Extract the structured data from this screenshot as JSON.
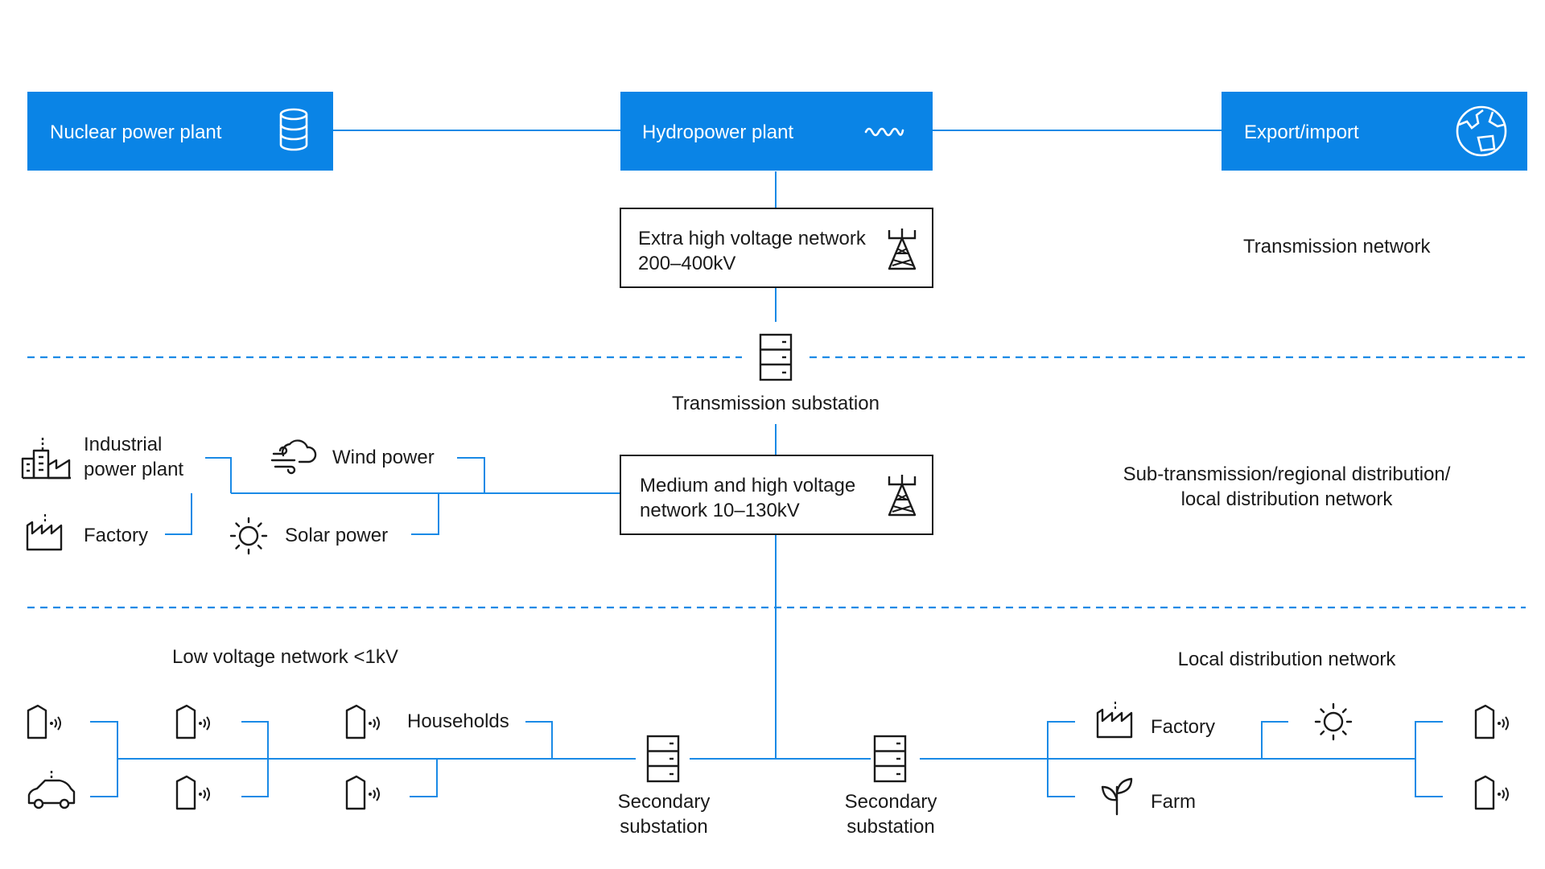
{
  "colors": {
    "accent": "#0a84e6",
    "line": "#1a8ae6",
    "ink": "#1a1a1a",
    "white": "#ffffff"
  },
  "top_row": {
    "nuclear": {
      "label": "Nuclear power plant",
      "icon": "database-icon"
    },
    "hydro": {
      "label": "Hydropower plant",
      "icon": "wave-icon"
    },
    "export": {
      "label": "Export/import",
      "icon": "globe-icon"
    }
  },
  "extra_high": {
    "line1": "Extra high voltage network",
    "line2": "200–400kV",
    "icon": "pylon-icon"
  },
  "zones": {
    "transmission": "Transmission network",
    "regional_line1": "Sub-transmission/regional distribution/",
    "regional_line2": "local distribution network",
    "low_voltage": "Low voltage network <1kV",
    "local_distribution": "Local distribution network"
  },
  "transmission_substation": {
    "label": "Transmission substation",
    "icon": "substation-icon"
  },
  "medium_high": {
    "line1": "Medium and high voltage",
    "line2": "network 10–130kV",
    "icon": "pylon-icon"
  },
  "regional_sources": {
    "industrial_line1": "Industrial",
    "industrial_line2": "power plant",
    "wind": "Wind power",
    "factory": "Factory",
    "solar": "Solar power"
  },
  "low_voltage": {
    "households": "Households",
    "secondary_1_line1": "Secondary",
    "secondary_1_line2": "substation",
    "secondary_2_line1": "Secondary",
    "secondary_2_line2": "substation",
    "factory": "Factory",
    "farm": "Farm"
  }
}
